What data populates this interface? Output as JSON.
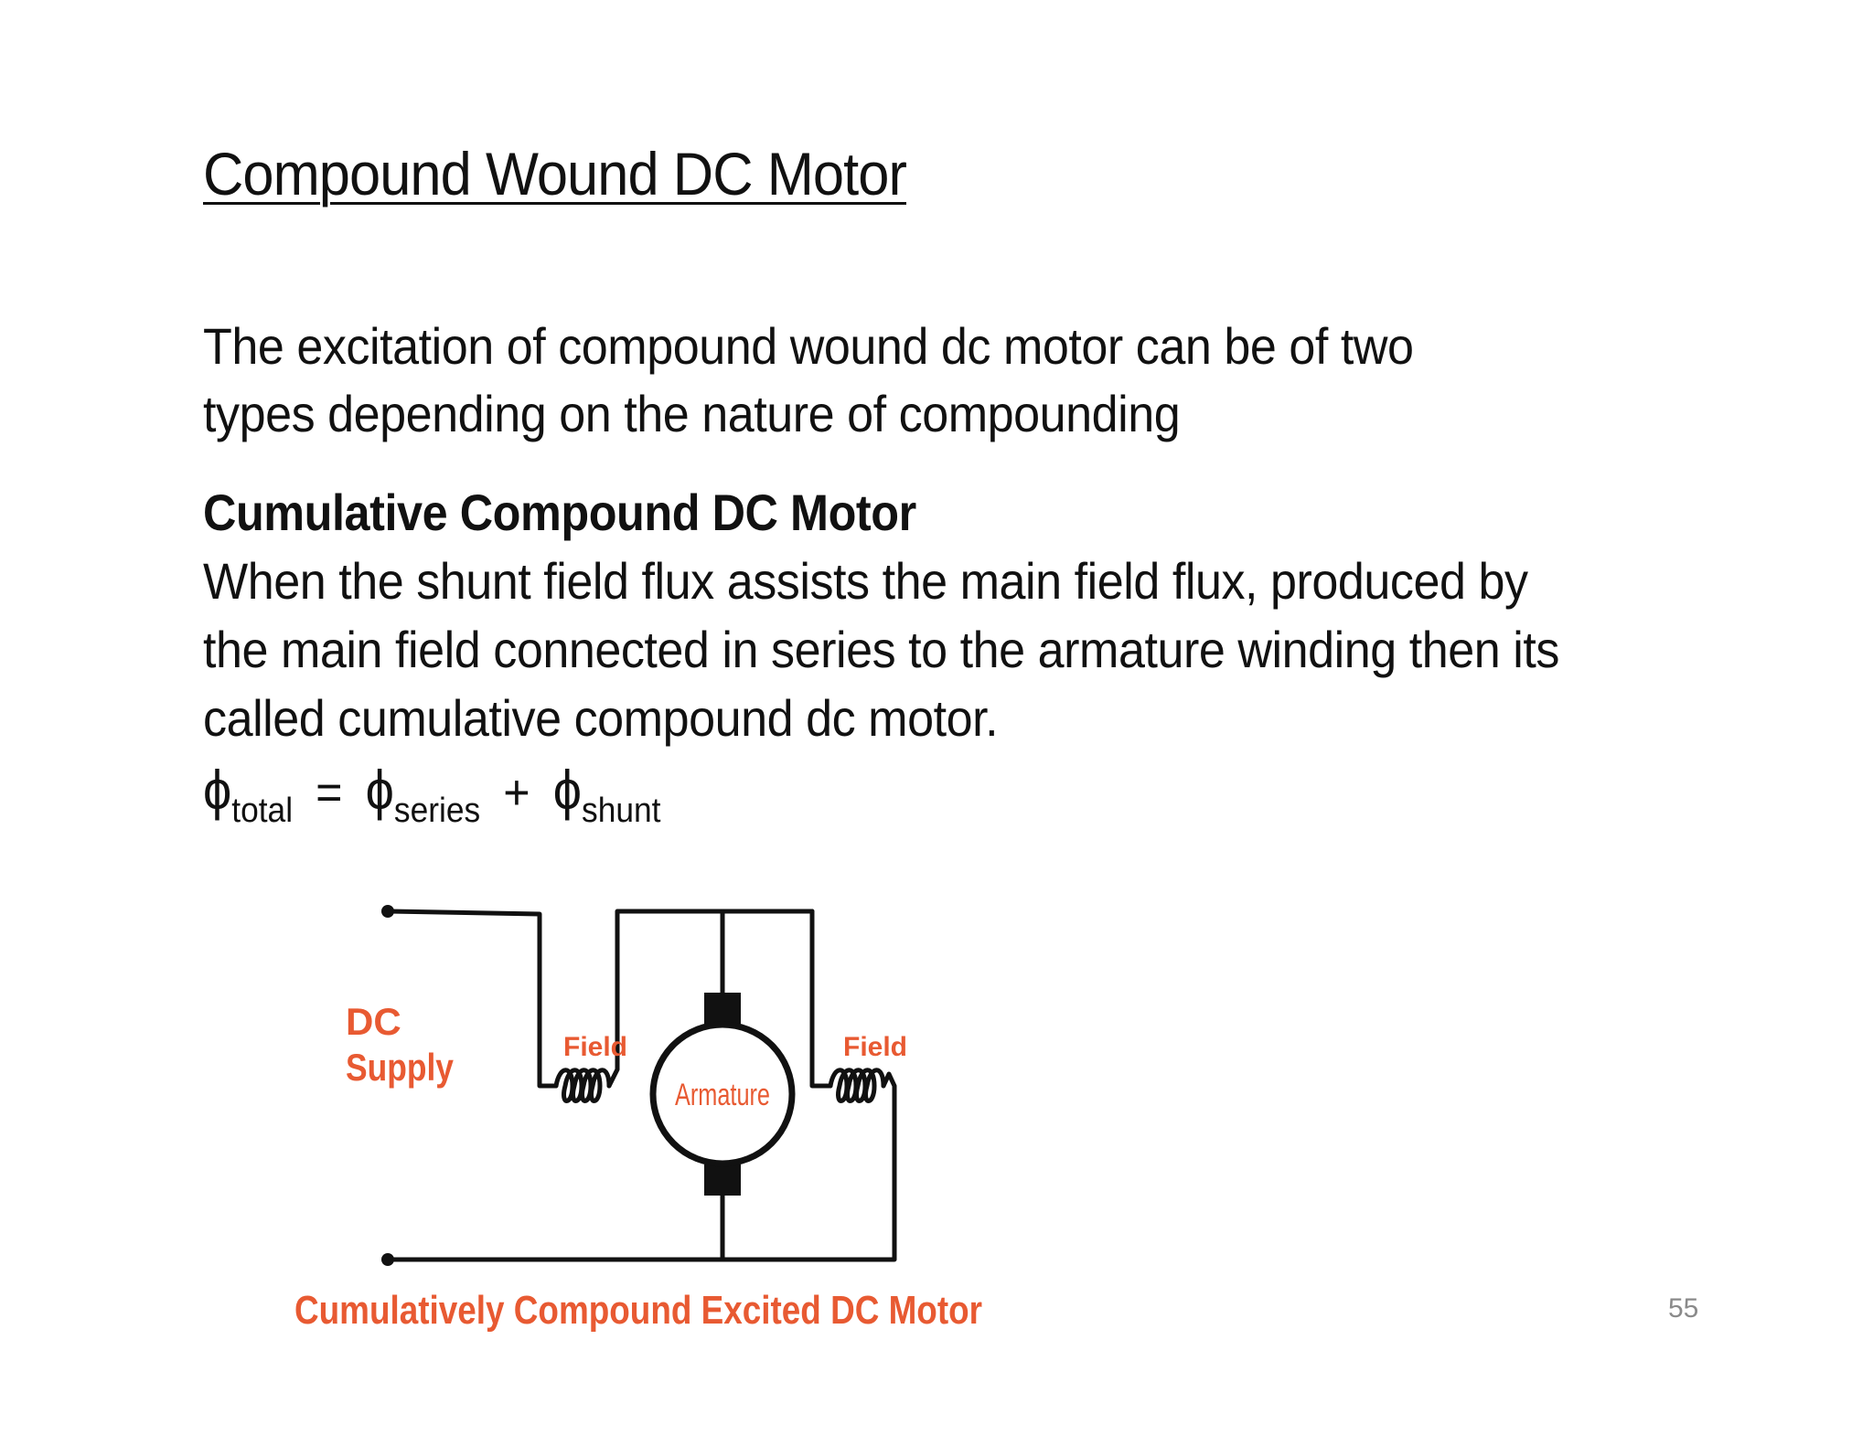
{
  "slide": {
    "title": "Compound Wound DC Motor",
    "intro_lines": [
      "The excitation of compound wound dc motor can be of two",
      "types depending on the nature of compounding"
    ],
    "subheading": "Cumulative Compound DC Motor",
    "body_lines": [
      "When the shunt field flux assists the main field flux, produced by",
      "the main field connected in series to the armature winding then its",
      "called cumulative compound dc motor."
    ],
    "formula": {
      "phi": "ϕ",
      "sub_total": "total",
      "equals": "=",
      "sub_series": "series",
      "plus": "+",
      "sub_shunt": "shunt"
    },
    "page_number": "55"
  },
  "diagram": {
    "supply_label_line1": "DC",
    "supply_label_line2": "Supply",
    "field_left_label": "Field",
    "field_right_label": "Field",
    "armature_label": "Armature",
    "caption": "Cumulatively Compound Excited DC Motor",
    "label_color": "#e85a32",
    "wire_color": "#111111"
  }
}
